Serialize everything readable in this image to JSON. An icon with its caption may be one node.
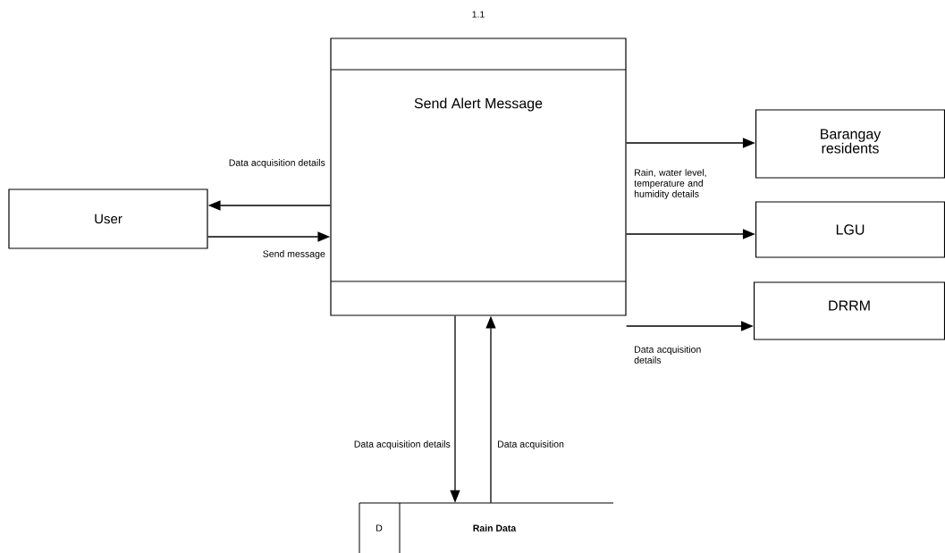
{
  "diagram": {
    "nodes": [
      {
        "text": [
          "User"
        ]
      },
      {
        "text": [
          "1.1",
          "Send Alert Message"
        ]
      },
      {
        "text": [
          "Barangay residents"
        ]
      },
      {
        "text": [
          "LGU"
        ]
      },
      {
        "text": [
          "DRRM"
        ]
      },
      {
        "text": [
          "D",
          "Rain Data"
        ]
      }
    ],
    "edges": [
      {
        "from": 1,
        "to": 0,
        "arrow": "to",
        "label": "Data acquisition details"
      },
      {
        "from": 0,
        "to": 1,
        "arrow": "to",
        "label": "Send message"
      },
      {
        "from": 1,
        "to": 2,
        "arrow": "to",
        "label": "Rain, water level, temperature and humidity details"
      },
      {
        "from": 1,
        "to": 3,
        "arrow": "to"
      },
      {
        "from": 1,
        "to": 4,
        "arrow": "to",
        "label": "Data acquisition details"
      },
      {
        "from": 1,
        "to": 5,
        "arrow": "to",
        "label": "Data acquisition details"
      },
      {
        "from": 5,
        "to": 1,
        "arrow": "to",
        "label": "Data acquisition"
      }
    ]
  }
}
